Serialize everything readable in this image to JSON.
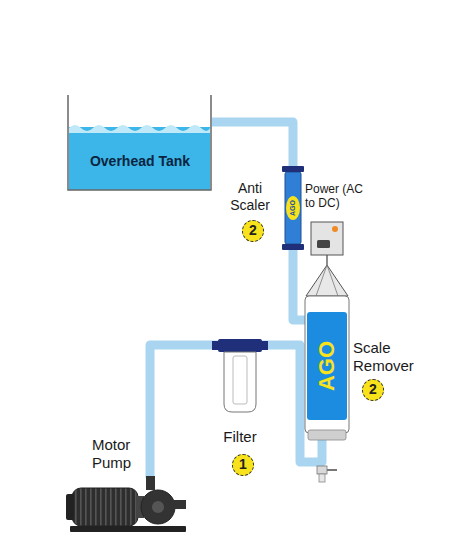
{
  "diagram": {
    "nodes": [
      {
        "text": [
          "Overhead Tank"
        ]
      },
      {
        "text": [
          "Anti Scaler",
          "AGO"
        ]
      },
      {
        "text": [
          "Power (AC to DC)"
        ]
      },
      {
        "text": [
          "AGO",
          "Scale Remover"
        ]
      },
      {
        "text": [
          "Filter"
        ]
      },
      {
        "text": [
          "Motor Pump"
        ]
      }
    ],
    "edges": [
      {
        "from": 5,
        "to": 4,
        "arrow": "none"
      },
      {
        "from": 4,
        "to": 3,
        "arrow": "none"
      },
      {
        "from": 3,
        "to": 1,
        "arrow": "none"
      },
      {
        "from": 1,
        "to": 0,
        "arrow": "none"
      },
      {
        "from": 2,
        "to": 3,
        "arrow": "none"
      }
    ],
    "labels": [
      "2",
      "2",
      "1"
    ]
  }
}
